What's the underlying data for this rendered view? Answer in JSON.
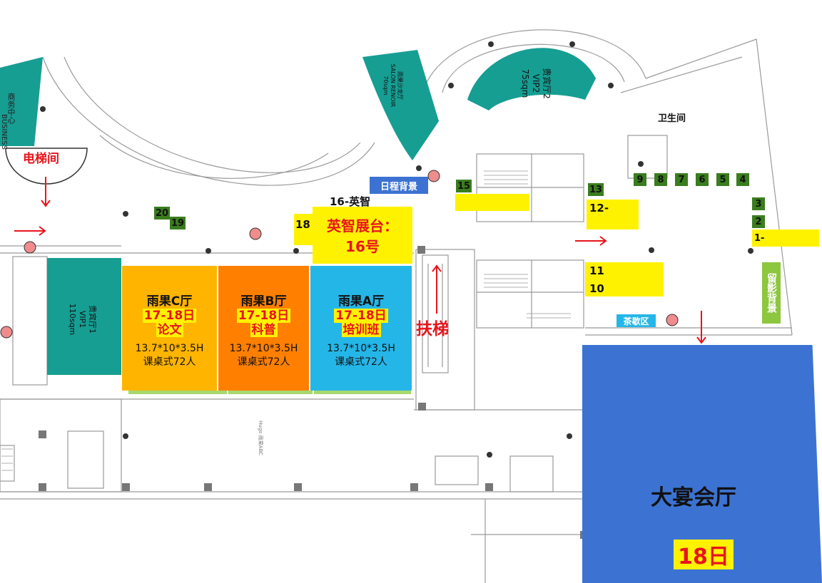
{
  "palette": {
    "teal": "#169e93",
    "gold": "#ffb400",
    "orange": "#ff7f00",
    "sky": "#25b6e8",
    "blue": "#3c73d2",
    "yellow": "#fff200",
    "green": "#3a7d1e",
    "lightgreen": "#8dc63f",
    "red": "#e8141c"
  },
  "rooms": {
    "business_center": "商务中心",
    "business_en": "BUSINESS",
    "vip2_name": "贵宾厅2",
    "vip2_code": "VIP2",
    "vip2_area": "75sqm",
    "salon_cn": "雨果沙龙厅",
    "salon_en": "SALON RENOIR",
    "salon_area": "70sqm",
    "vip1_name": "贵宾厅1",
    "vip1_code": "VIP1",
    "vip1_area": "110sqm",
    "restroom": "卫生间",
    "hugo_caption": "Hugo 雨果ABC"
  },
  "labels": {
    "elevator": "电梯间",
    "schedule_backdrop": "日程背景",
    "tea_area": "茶歇区",
    "photo_backdrop": "留影背景",
    "escalator": "扶梯",
    "banquet": "大宴会厅",
    "banquet_date": "18日"
  },
  "booth": {
    "title": "英智展台：",
    "number": "16号",
    "tag": "16-英智"
  },
  "halls": [
    {
      "name": "雨果C厅",
      "date": "17-18日",
      "topic": "论文",
      "size": "13.7*10*3.5H",
      "seats": "课桌式72人",
      "color": "#ffb400"
    },
    {
      "name": "雨果B厅",
      "date": "17-18日",
      "topic": "科普",
      "size": "13.7*10*3.5H",
      "seats": "课桌式72人",
      "color": "#ff7f00"
    },
    {
      "name": "雨果A厅",
      "date": "17-18日",
      "topic": "培训班",
      "size": "13.7*10*3.5H",
      "seats": "课桌式72人",
      "color": "#25b6e8"
    }
  ],
  "numbers": {
    "n1": "1-",
    "n2": "2",
    "n3": "3",
    "n4": "4",
    "n5": "5",
    "n6": "6",
    "n7": "7",
    "n8": "8",
    "n9": "9",
    "n10": "10",
    "n11": "11",
    "n12": "12-",
    "n13": "13",
    "n15": "15",
    "n18": "18",
    "n19": "19",
    "n20": "20"
  }
}
